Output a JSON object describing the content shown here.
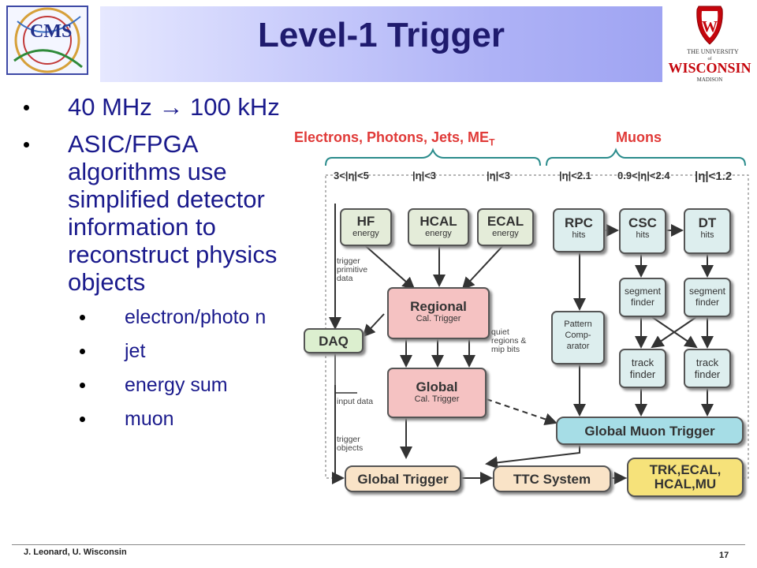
{
  "header": {
    "title": "Level-1 Trigger"
  },
  "bullets": [
    {
      "text": "40 MHz → 100 kHz",
      "level": 1
    },
    {
      "text": "ASIC/FPGA algorithms use simplified detector information to reconstruct physics objects",
      "level": 1
    },
    {
      "text": "electron/photo n",
      "level": 2
    },
    {
      "text": "jet",
      "level": 2
    },
    {
      "text": "energy sum",
      "level": 2
    },
    {
      "text": "muon",
      "level": 2
    }
  ],
  "footer": {
    "author": "J. Leonard, U. Wisconsin",
    "page": "17"
  },
  "logos": {
    "left": "CMS",
    "right_line1": "THE UNIVERSITY",
    "right_line2": "WISCONSIN",
    "right_line3": "MADISON",
    "right_of": "of",
    "shield_letter": "W"
  },
  "diagram": {
    "header_left": "Electrons, Photons, Jets, ME",
    "header_left_sub": "T",
    "header_right": "Muons",
    "eta": [
      "3<|η|<5",
      "|η|<3",
      "|η|<3",
      "|η|<2.1",
      "0.9<|η|<2.4",
      "|η|<1.2"
    ],
    "boxes": {
      "hf": {
        "t": "HF",
        "s": "energy"
      },
      "hcal": {
        "t": "HCAL",
        "s": "energy"
      },
      "ecal": {
        "t": "ECAL",
        "s": "energy"
      },
      "rpc": {
        "t": "RPC",
        "s": "hits"
      },
      "csc": {
        "t": "CSC",
        "s": "hits"
      },
      "dt": {
        "t": "DT",
        "s": "hits"
      },
      "regional": {
        "t": "Regional",
        "s": "Cal. Trigger"
      },
      "global_cal": {
        "t": "Global",
        "s": "Cal. Trigger"
      },
      "pattern": {
        "t": "Pattern Comp- arator"
      },
      "seg1": {
        "t": "segment finder"
      },
      "seg2": {
        "t": "segment finder"
      },
      "track1": {
        "t": "track finder"
      },
      "track2": {
        "t": "track finder"
      },
      "daq": {
        "t": "DAQ"
      },
      "gmt": {
        "t": "Global Muon Trigger"
      },
      "gt": {
        "t": "Global Trigger"
      },
      "ttc": {
        "t": "TTC System"
      },
      "trk": {
        "t": "TRK,ECAL, HCAL,MU"
      }
    },
    "labels": {
      "trigger_primitive": "trigger primitive data",
      "quiet": "quiet regions & mip bits",
      "input": "input data",
      "trigger_objects": "trigger objects"
    }
  }
}
